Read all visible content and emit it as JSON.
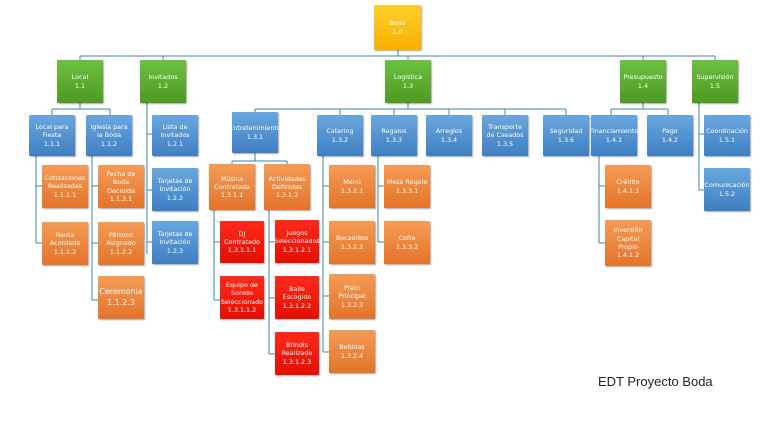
{
  "caption": "EDT Proyecto Boda",
  "root": {
    "name": "Boda",
    "code": "1.0"
  },
  "level1": [
    {
      "name": "Local",
      "code": "1.1"
    },
    {
      "name": "Invitados",
      "code": "1.2"
    },
    {
      "name": "Logística",
      "code": "1.3"
    },
    {
      "name": "Presupuesto",
      "code": "1.4"
    },
    {
      "name": "Supervisión",
      "code": "1.5"
    }
  ],
  "local": [
    {
      "name": "Local para Fiesta",
      "code": "1.1.1"
    },
    {
      "name": "Iglesia para la Boda",
      "code": "1.1.2"
    }
  ],
  "local_fiesta": [
    {
      "name": "Cotizaciones Realizadas",
      "code": "1.1.1.1"
    },
    {
      "name": "Renta Acordada",
      "code": "1.1.1.2"
    }
  ],
  "local_iglesia": [
    {
      "name": "Fecha de Boda Decidida",
      "code": "1.1.2.1"
    },
    {
      "name": "Párroco Asignado",
      "code": "1.1.2.2"
    },
    {
      "name": "Ceremonia",
      "code": "1.1.2.3"
    }
  ],
  "invitados": [
    {
      "name": "Lista de Invitados",
      "code": "1.2.1"
    },
    {
      "name": "Tarjetas de Invitación",
      "code": "1.2.2"
    },
    {
      "name": "Tarjetas de Invitación",
      "code": "1.2.3"
    }
  ],
  "logistica": [
    {
      "name": "Entretenimiento",
      "code": "1.3.1"
    },
    {
      "name": "Catering",
      "code": "1.3.2"
    },
    {
      "name": "Regalos",
      "code": "1.3.3"
    },
    {
      "name": "Arreglos",
      "code": "1.3.4"
    },
    {
      "name": "Transporte de Casados",
      "code": "1.3.5"
    },
    {
      "name": "Seguridad",
      "code": "1.3.6"
    }
  ],
  "entretenimiento": [
    {
      "name": "Música Contratada",
      "code": "1.3.1.1"
    },
    {
      "name": "Actividades Definidas",
      "code": "1.3.1.2"
    }
  ],
  "musica": [
    {
      "name": "DJ Contratado",
      "code": "1.3.1.1.1"
    },
    {
      "name": "Equipo de Sonido Seleccionado",
      "code": "1.3.1.1.2"
    }
  ],
  "actividades": [
    {
      "name": "Juegos Seleccionados",
      "code": "1.3.1.2.1"
    },
    {
      "name": "Baile Escogido",
      "code": "1.3.1.2.2"
    },
    {
      "name": "Brindis Realizado",
      "code": "1.3.1.2.3"
    }
  ],
  "catering": [
    {
      "name": "Menú",
      "code": "1.3.2.1"
    },
    {
      "name": "Bocadillos",
      "code": "1.3.2.2"
    },
    {
      "name": "Plato Principal",
      "code": "1.3.2.3"
    },
    {
      "name": "Bebidas",
      "code": "1.3.2.4"
    }
  ],
  "regalos": [
    {
      "name": "Mesa Regalo",
      "code": "1.3.3.1"
    },
    {
      "name": "Cofre",
      "code": "1.3.3.2"
    }
  ],
  "presupuesto": [
    {
      "name": "Financiamiento",
      "code": "1.4.1"
    },
    {
      "name": "Pago",
      "code": "1.4.2"
    }
  ],
  "financiamiento": [
    {
      "name": "Crédito",
      "code": "1.4.1.1"
    },
    {
      "name": "Inversión Capital Propio",
      "code": "1.4.1.2"
    }
  ],
  "supervision": [
    {
      "name": "Coordinación",
      "code": "1.5.1"
    },
    {
      "name": "Comunicación",
      "code": "1.5.2"
    }
  ],
  "colors": {
    "yellow": "#f7b000",
    "green": "#4f9a22",
    "blue": "#3f7fc2",
    "orange": "#e4742a",
    "red": "#e40f00",
    "line": "#3a8aa0"
  }
}
